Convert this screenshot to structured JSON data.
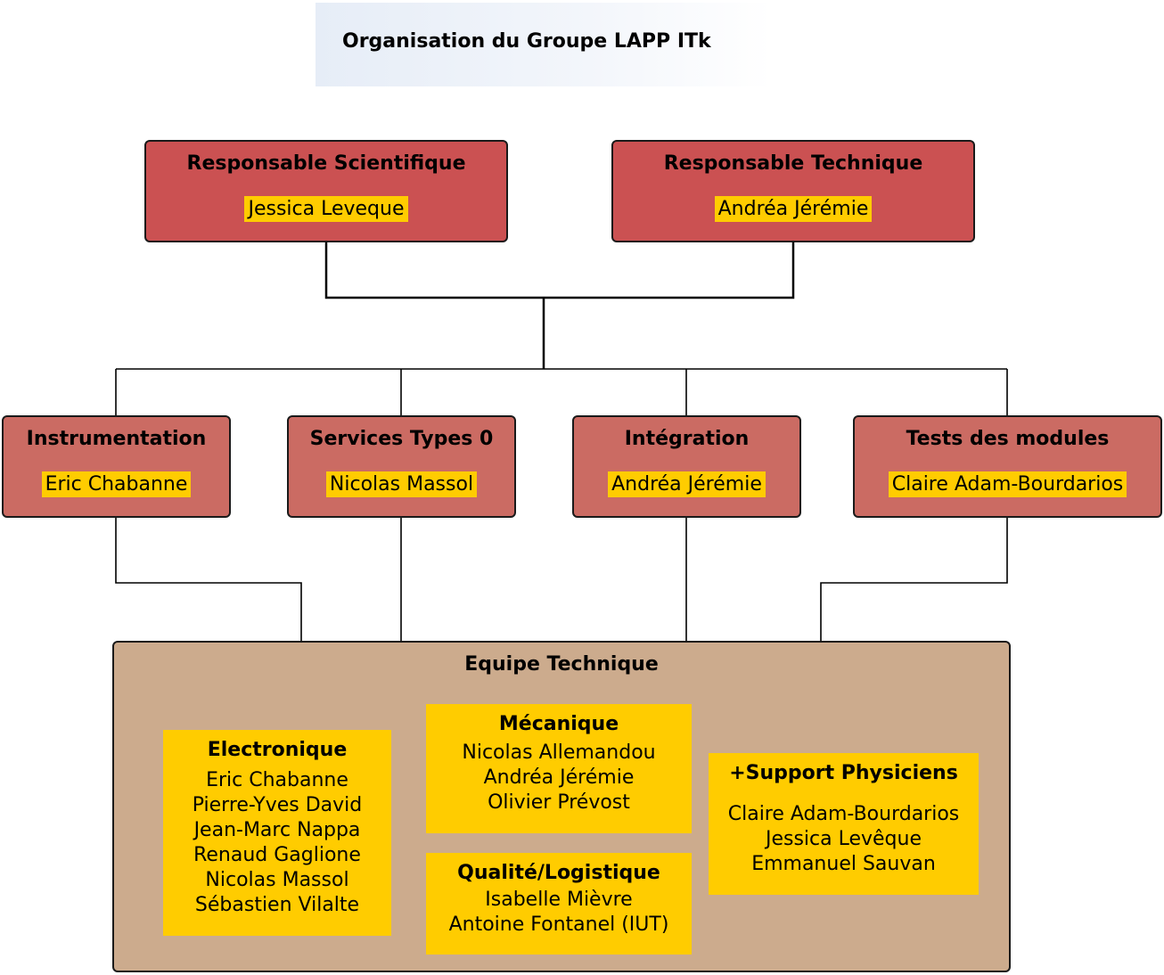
{
  "title": "Organisation du Groupe LAPP ITk",
  "colors": {
    "top_box": "#cb5152",
    "mid_box": "#cb6b63",
    "name_highlight": "#ffcc00",
    "team_box": "#ccab8d",
    "connector": "#000000"
  },
  "leadership": [
    {
      "role": "Responsable Scientifique",
      "name": "Jessica Leveque"
    },
    {
      "role": "Responsable Technique",
      "name": "Andréa Jérémie"
    }
  ],
  "activities": [
    {
      "role": "Instrumentation",
      "name": "Eric Chabanne"
    },
    {
      "role": "Services Types 0",
      "name": "Nicolas Massol"
    },
    {
      "role": "Intégration",
      "name": "Andréa Jérémie"
    },
    {
      "role": "Tests des modules",
      "name": "Claire Adam-Bourdarios"
    }
  ],
  "team": {
    "title": "Equipe Technique",
    "groups": {
      "electronique": {
        "title": "Electronique",
        "members": [
          "Eric Chabanne",
          "Pierre-Yves David",
          "Jean-Marc Nappa",
          "Renaud Gaglione",
          "Nicolas Massol",
          "Sébastien Vilalte"
        ]
      },
      "mecanique": {
        "title": "Mécanique",
        "members": [
          "Nicolas Allemandou",
          "Andréa Jérémie",
          "Olivier Prévost"
        ]
      },
      "qualite": {
        "title": "Qualité/Logistique",
        "members": [
          "Isabelle Mièvre",
          "Antoine Fontanel (IUT)"
        ]
      },
      "support": {
        "title": "+Support Physiciens",
        "members": [
          "Claire Adam-Bourdarios",
          "Jessica Levêque",
          "Emmanuel Sauvan"
        ]
      }
    }
  }
}
